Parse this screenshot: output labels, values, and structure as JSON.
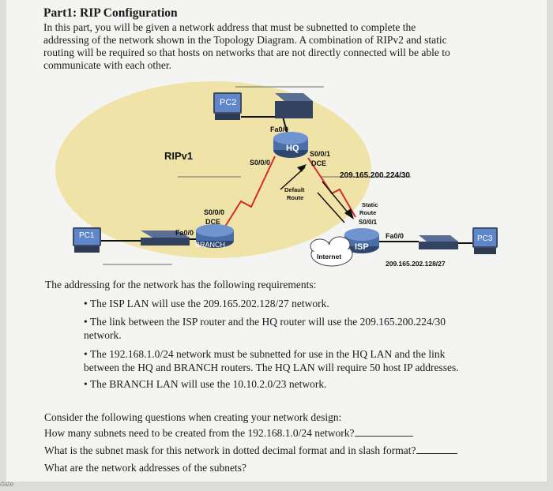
{
  "part_title": "Part1: RIP Configuration",
  "intro_lines": [
    "In this part, you will be given a network address that must be subnetted to complete the",
    "addressing of the network shown in the Topology Diagram. A combination of RIPv2 and static",
    "routing will be required so that hosts on networks that are not directly connected will be able to",
    "communicate with each other."
  ],
  "topology": {
    "pc2": "PC2",
    "pc1": "PC1",
    "pc3": "PC3",
    "hq": "HQ",
    "branch": "BRANCH",
    "isp": "ISP",
    "hq_fa00": "Fa0/0",
    "hq_s001_line1": "S0/0/1",
    "hq_s001_line2": "DCE",
    "hq_s000": "S0/0/0",
    "ripv1": "RIPv1",
    "branch_s000_line1": "S0/0/0",
    "branch_s000_line2": "DCE",
    "branch_fa00": "Fa0/0",
    "net_hq_isp": "209.165.200.224/30",
    "default_route_line1": "Default",
    "default_route_line2": "Route",
    "static_route_line1": "Static",
    "static_route_line2": "Route",
    "isp_s001": "S0/0/1",
    "isp_fa00": "Fa0/0",
    "internet": "Internet",
    "net_isp_lan": "209.165.202.128/27",
    "colors": {
      "ripv2_area": "#f0e3a8",
      "serial_link": "#d52a2a"
    }
  },
  "requirements_intro": "The addressing for the network has the following requirements:",
  "requirements": [
    {
      "line1": "The ISP LAN will use the 209.165.202.128/27 network.",
      "line2": ""
    },
    {
      "line1": "The link between the ISP router and the HQ router will use the 209.165.200.224/30",
      "line2": "network."
    },
    {
      "line1": "The 192.168.1.0/24 network must be subnetted for use in the HQ LAN and the link",
      "line2": "between the HQ and BRANCH routers. The HQ LAN will require 50 host IP addresses."
    },
    {
      "line1": "The BRANCH LAN will use the 10.10.2.0/23 network.",
      "line2": ""
    }
  ],
  "questions_intro": "Consider the following questions when creating your network design:",
  "questions": [
    "How many subnets need to be created from the 192.168.1.0/24 network?",
    "What is the subnet mask for this network in dotted decimal format and in slash format?",
    "What are the network addresses of the subnets?"
  ],
  "corner_text": "date"
}
